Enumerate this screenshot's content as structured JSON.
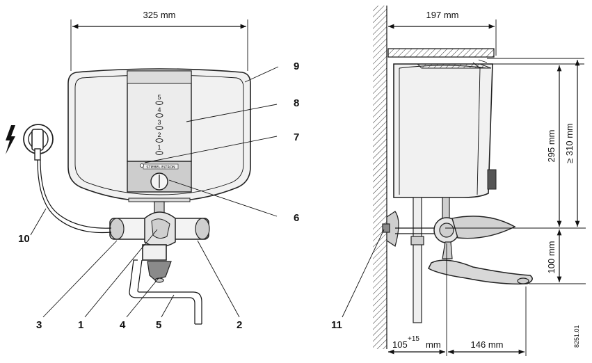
{
  "dimensions": {
    "width_front": "325 mm",
    "depth_side": "197 mm",
    "height_unit": "295 mm",
    "min_clearance": "≥ 310 mm",
    "outlet_height": "100 mm",
    "wall_offset": "105",
    "wall_offset_tol": "+15",
    "wall_offset_unit": "mm",
    "spout_reach": "146 mm"
  },
  "callouts": [
    "1",
    "2",
    "3",
    "4",
    "5",
    "6",
    "7",
    "8",
    "9",
    "10",
    "11"
  ],
  "knob_scale": [
    "5",
    "4",
    "3",
    "2",
    "1"
  ],
  "panel_label": "STIEBEL ELTRON",
  "figure_id": "8251.01",
  "icons": [
    "lightning-icon",
    "power-socket-icon"
  ]
}
